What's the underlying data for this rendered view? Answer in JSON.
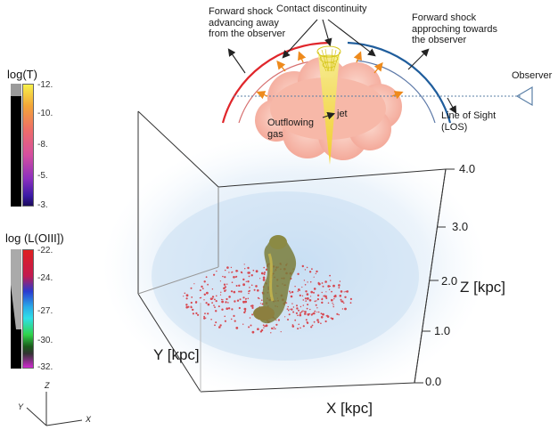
{
  "schematic": {
    "contact_label": "Contact discontinuity",
    "fwd_away_label_1": "Forward shock",
    "fwd_away_label_2": "advancing away",
    "fwd_away_label_3": "from the observer",
    "fwd_toward_label_1": "Forward shock",
    "fwd_toward_label_2": "approching towards",
    "fwd_toward_label_3": "the observer",
    "observer_label": "Observer",
    "los_label_1": "Line of Sight",
    "los_label_2": "(LOS)",
    "outflow_label_1": "Outflowing",
    "outflow_label_2": "gas",
    "jet_label": "jet",
    "colors": {
      "shock_away": "#e0262b",
      "shock_toward": "#1f5d9c",
      "cloud": "#f6b0a0",
      "jet": "#f2e53a",
      "arrows": "#ee8a1c"
    }
  },
  "colorbar_T": {
    "title": "log(T)",
    "ticks": [
      "-12.",
      "-10.",
      "-8.",
      "-5.",
      "-3."
    ]
  },
  "colorbar_L": {
    "title": "log (L(OIII])",
    "ticks": [
      "-22.",
      "-24.",
      "-27.",
      "-30.",
      "-32."
    ]
  },
  "axes": {
    "x_label": "X [kpc]",
    "y_label": "Y [kpc]",
    "z_label": "Z [kpc]",
    "z_ticks": [
      "4.0",
      "3.0",
      "2.0",
      "1.0",
      "0.0"
    ],
    "triad_x": "X",
    "triad_y": "Y",
    "triad_z": "Z"
  }
}
